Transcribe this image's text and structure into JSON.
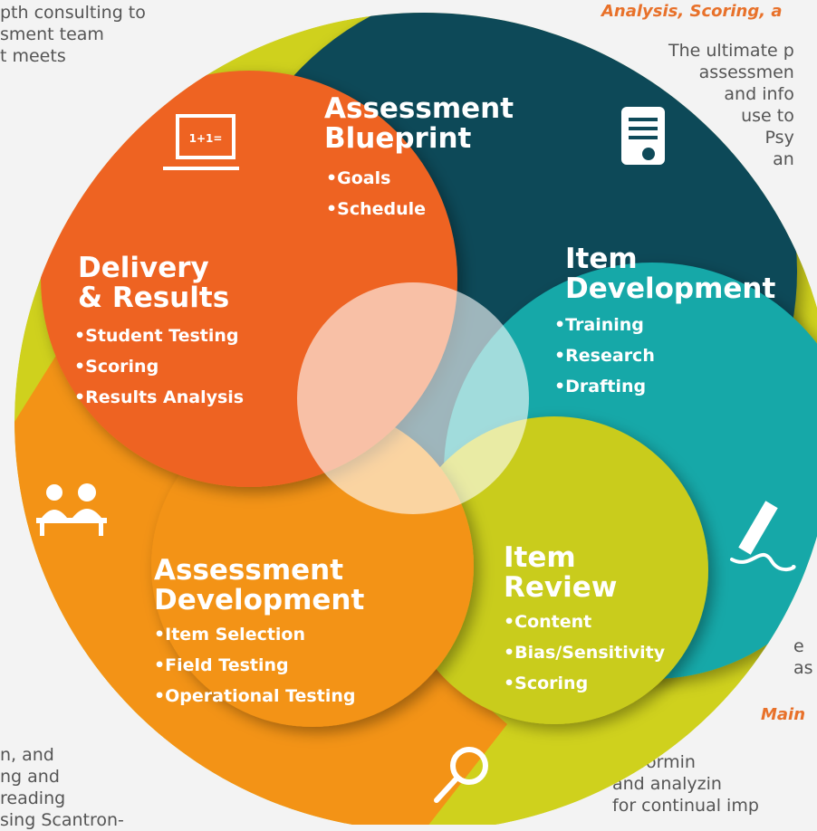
{
  "edge_text": {
    "top_left": "pth consulting to\nsment team\nt meets",
    "top_right_title": "Analysis, Scoring, a",
    "top_right": "The ultimate p\nassessmen\nand info\nuse to\nPsy\nan",
    "bottom_left": "n, and\nng and\nreading\nsing Scantron-",
    "right_lower": "e\nas",
    "bottom_right_title": "Main",
    "bottom_right": "Performin\nand analyzin\nfor continual imp"
  },
  "segments": {
    "blueprint": {
      "title_1": "Assessment",
      "title_2": "Blueprint",
      "items": [
        "Goals",
        "Schedule"
      ]
    },
    "item_development": {
      "title_1": "Item",
      "title_2": "Development",
      "items": [
        "Training",
        "Research",
        "Drafting"
      ]
    },
    "item_review": {
      "title_1": "Item",
      "title_2": "Review",
      "items": [
        "Content",
        "Bias/Sensitivity",
        "Scoring"
      ]
    },
    "assessment_development": {
      "title_1": "Assessment",
      "title_2": "Development",
      "items": [
        "Item Selection",
        "Field Testing",
        "Operational Testing"
      ]
    },
    "delivery": {
      "title_1": "Delivery",
      "title_2": "& Results",
      "items": [
        "Student Testing",
        "Scoring",
        "Results Analysis"
      ]
    }
  },
  "icons": {
    "board_text": "1+1=",
    "board": "chalkboard-icon",
    "document": "document-icon",
    "pencil": "pencil-signature-icon",
    "magnifier": "magnifier-icon",
    "people": "students-desk-icon"
  },
  "colors": {
    "blueprint": "#0f4a59",
    "development": "#12a8a8",
    "review": "#c9cc1f",
    "assessment_dev": "#f39316",
    "delivery": "#ee6323",
    "accent_text": "#e8712a"
  }
}
